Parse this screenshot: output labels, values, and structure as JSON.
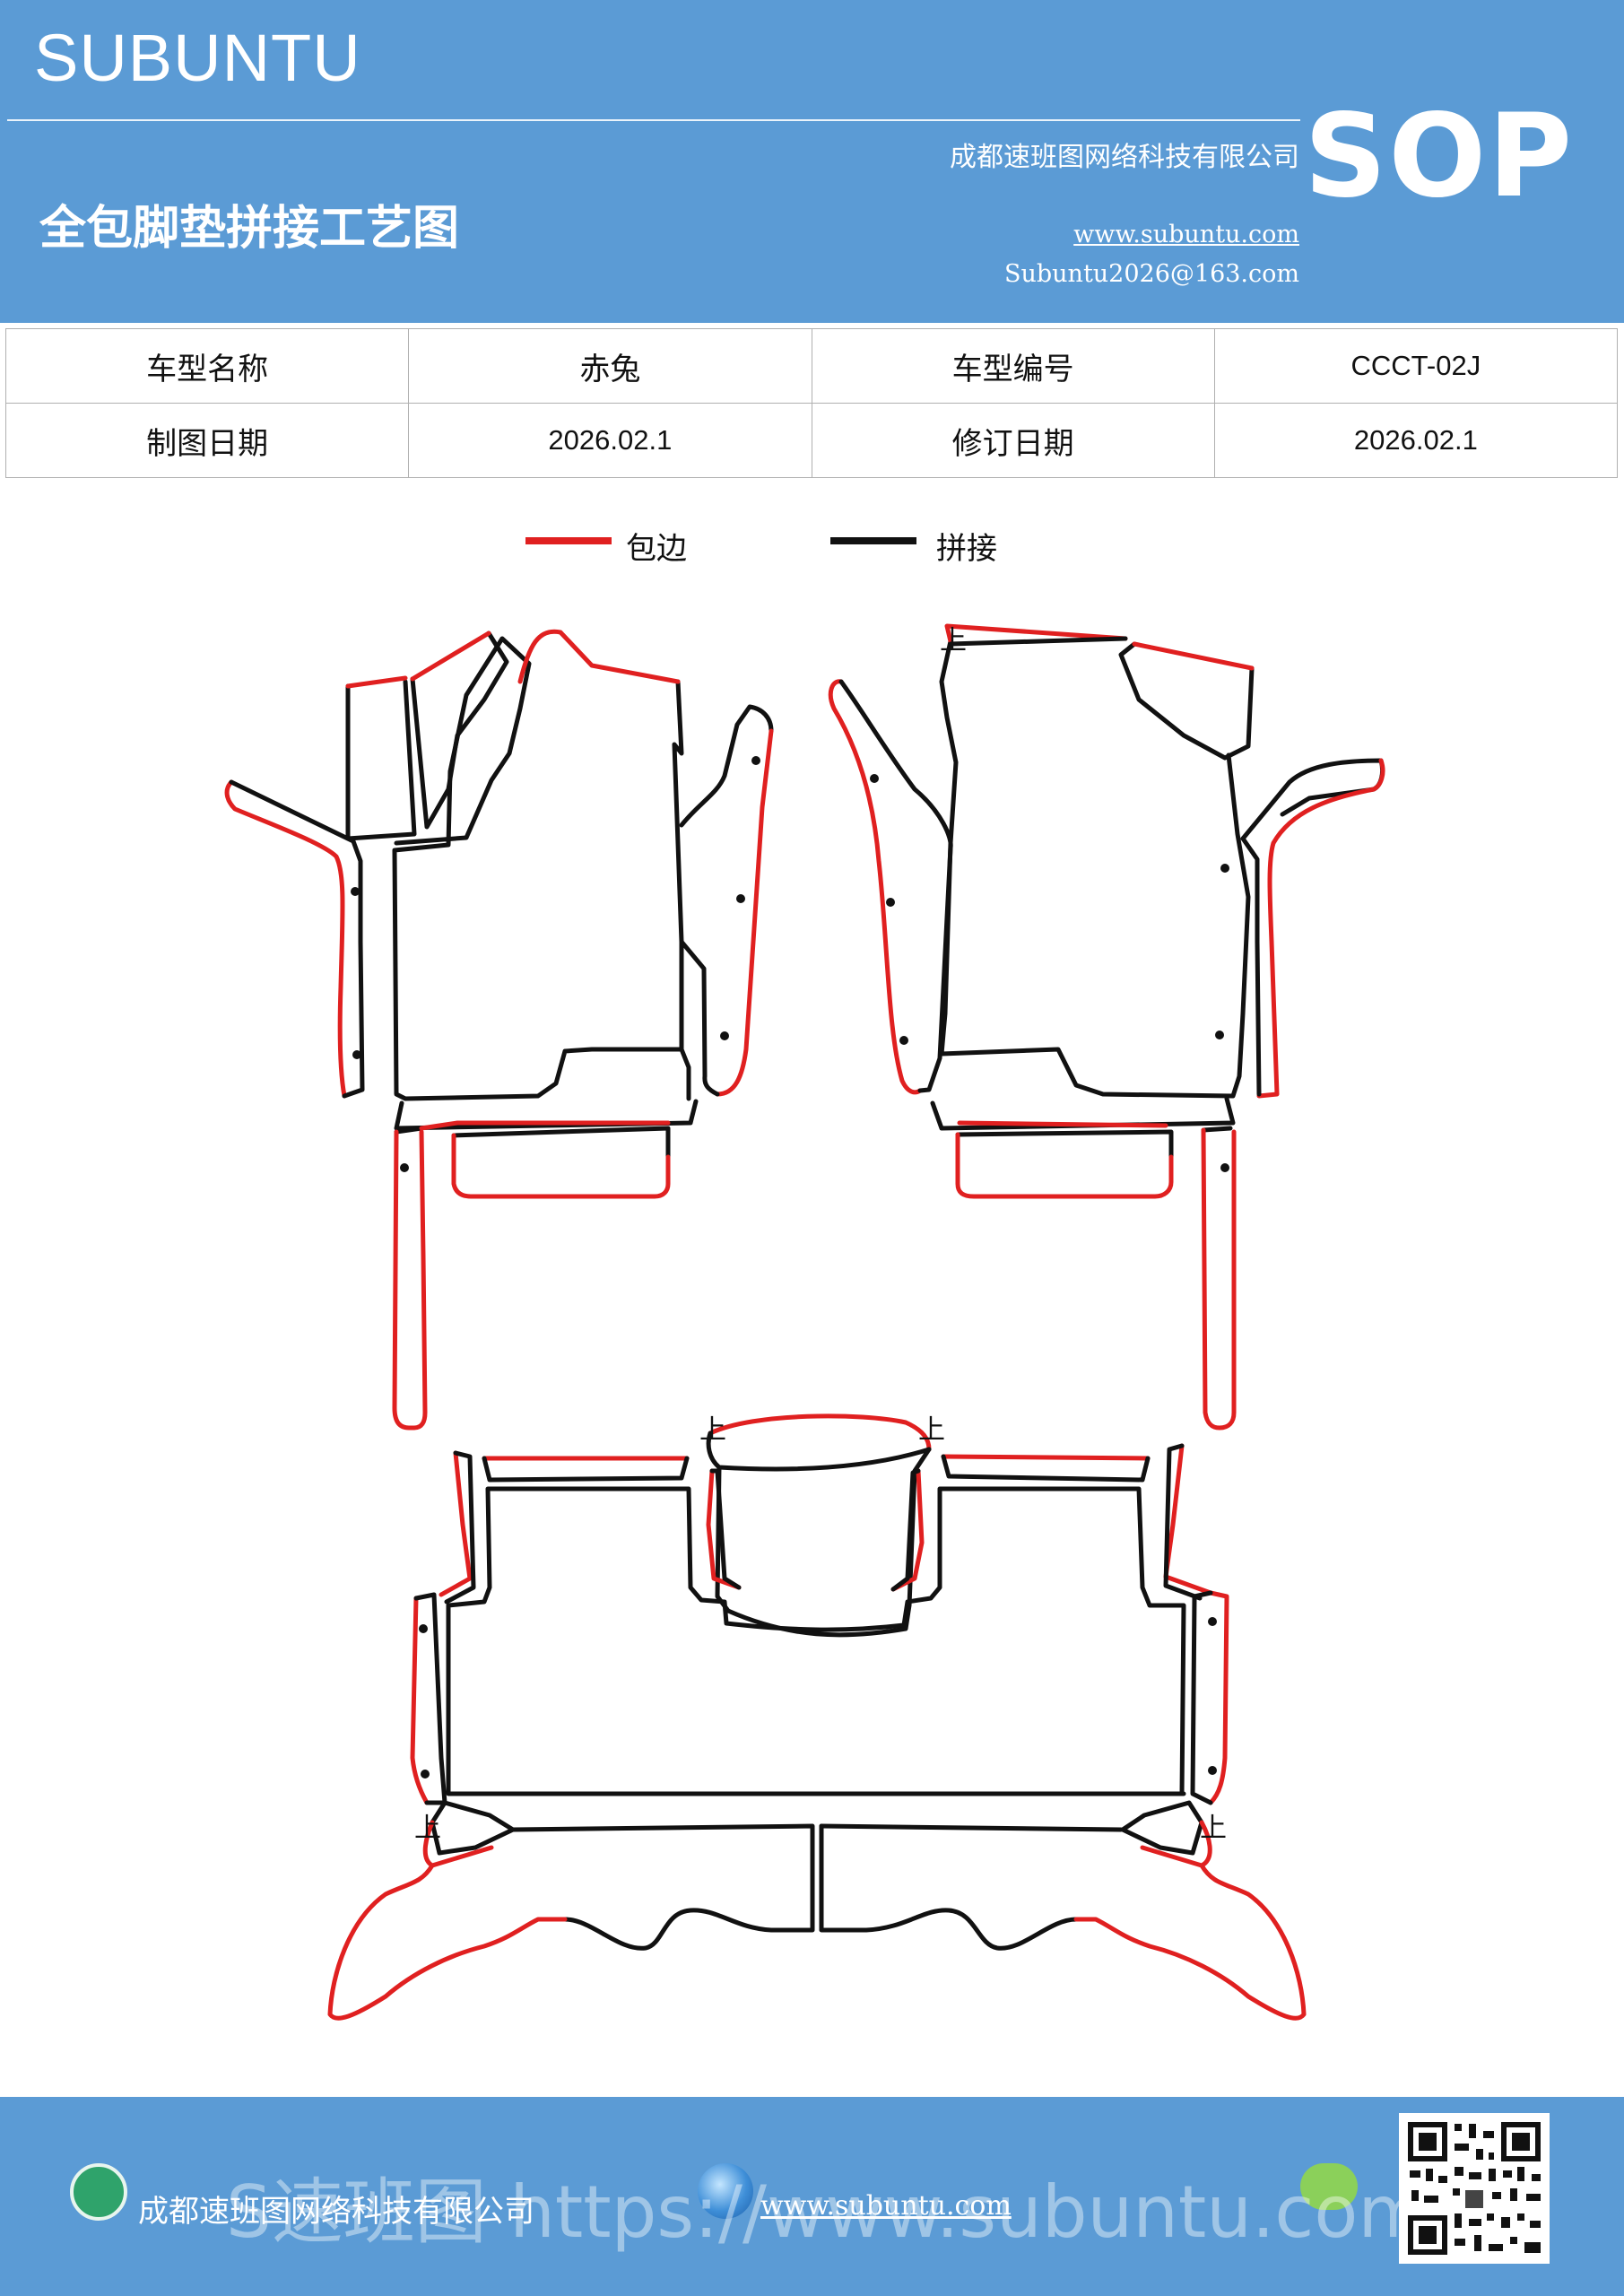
{
  "header": {
    "brand": "SUBUNTU",
    "company": "成都速班图网络科技有限公司",
    "title": "全包脚垫拼接工艺图",
    "website": "www.subuntu.com",
    "email": "Subuntu2026@163.com",
    "badge": "SOP"
  },
  "info_table": {
    "rows": [
      [
        {
          "label": "车型名称",
          "value": "赤兔"
        },
        {
          "label": "车型编号",
          "value": "CCCT-02J"
        }
      ],
      [
        {
          "label": "制图日期",
          "value": "2026.02.1"
        },
        {
          "label": "修订日期",
          "value": "2026.02.1"
        }
      ]
    ]
  },
  "legend": [
    {
      "label": "包边",
      "color": "#e02020"
    },
    {
      "label": "拼接",
      "color": "#111111"
    }
  ],
  "drawing": {
    "edge_color": "#e02020",
    "seam_color": "#111111",
    "markers": [
      "上",
      "上",
      "上",
      "上",
      "上"
    ]
  },
  "footer": {
    "company": "成都速班图网络科技有限公司",
    "website": "www.subuntu.com",
    "watermark": "S速班图 https://www.subuntu.com"
  }
}
